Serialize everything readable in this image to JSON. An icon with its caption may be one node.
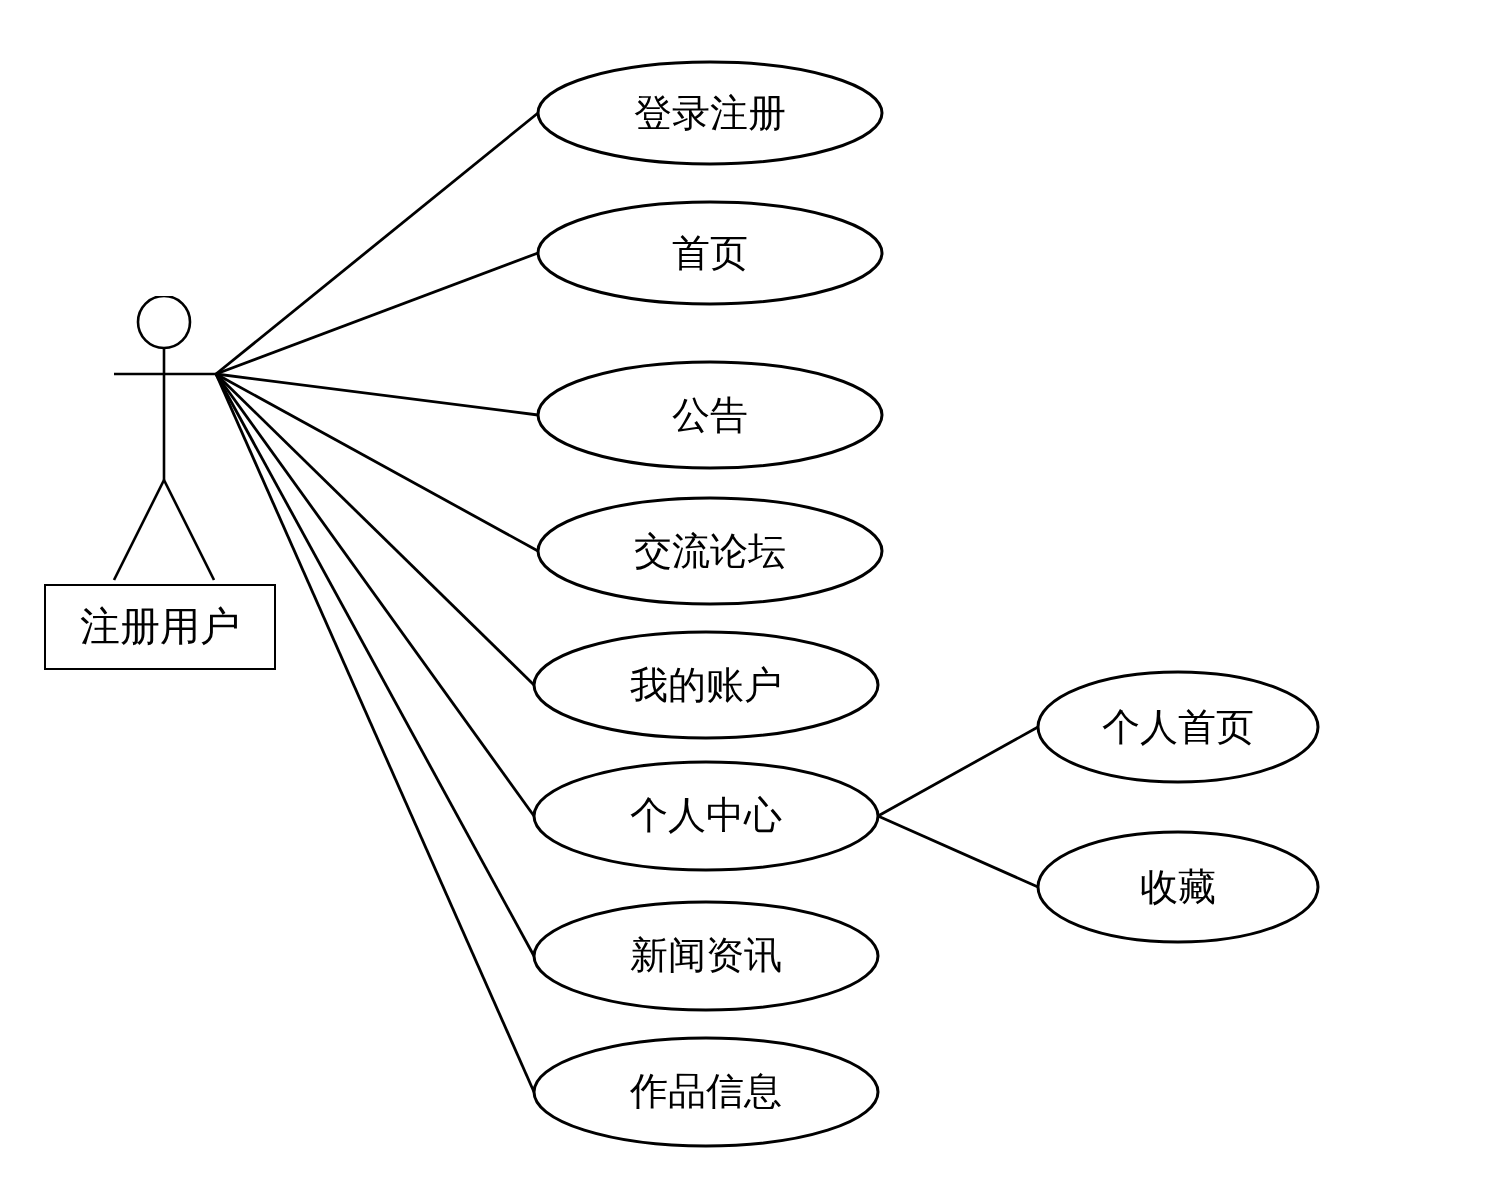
{
  "diagram": {
    "nodes": [
      {
        "text": [],
        "shape": "person"
      },
      {
        "text": [
          "注册用户"
        ]
      },
      {
        "text": [
          "登录注册"
        ]
      },
      {
        "text": [
          "首页"
        ]
      },
      {
        "text": [
          "公告"
        ]
      },
      {
        "text": [
          "交流论坛"
        ]
      },
      {
        "text": [
          "我的账户"
        ]
      },
      {
        "text": [
          "个人中心"
        ]
      },
      {
        "text": [
          "新闻资讯"
        ]
      },
      {
        "text": [
          "作品信息"
        ]
      },
      {
        "text": [
          "个人首页"
        ]
      },
      {
        "text": [
          "收藏"
        ]
      }
    ],
    "edges": [
      {
        "from": 0,
        "to": 2,
        "arrow": "none"
      },
      {
        "from": 0,
        "to": 3,
        "arrow": "none"
      },
      {
        "from": 0,
        "to": 4,
        "arrow": "none"
      },
      {
        "from": 0,
        "to": 5,
        "arrow": "none"
      },
      {
        "from": 0,
        "to": 6,
        "arrow": "none"
      },
      {
        "from": 0,
        "to": 7,
        "arrow": "none"
      },
      {
        "from": 0,
        "to": 8,
        "arrow": "none"
      },
      {
        "from": 0,
        "to": 9,
        "arrow": "none"
      },
      {
        "from": 7,
        "to": 10,
        "arrow": "none"
      },
      {
        "from": 7,
        "to": 11,
        "arrow": "none"
      }
    ]
  }
}
